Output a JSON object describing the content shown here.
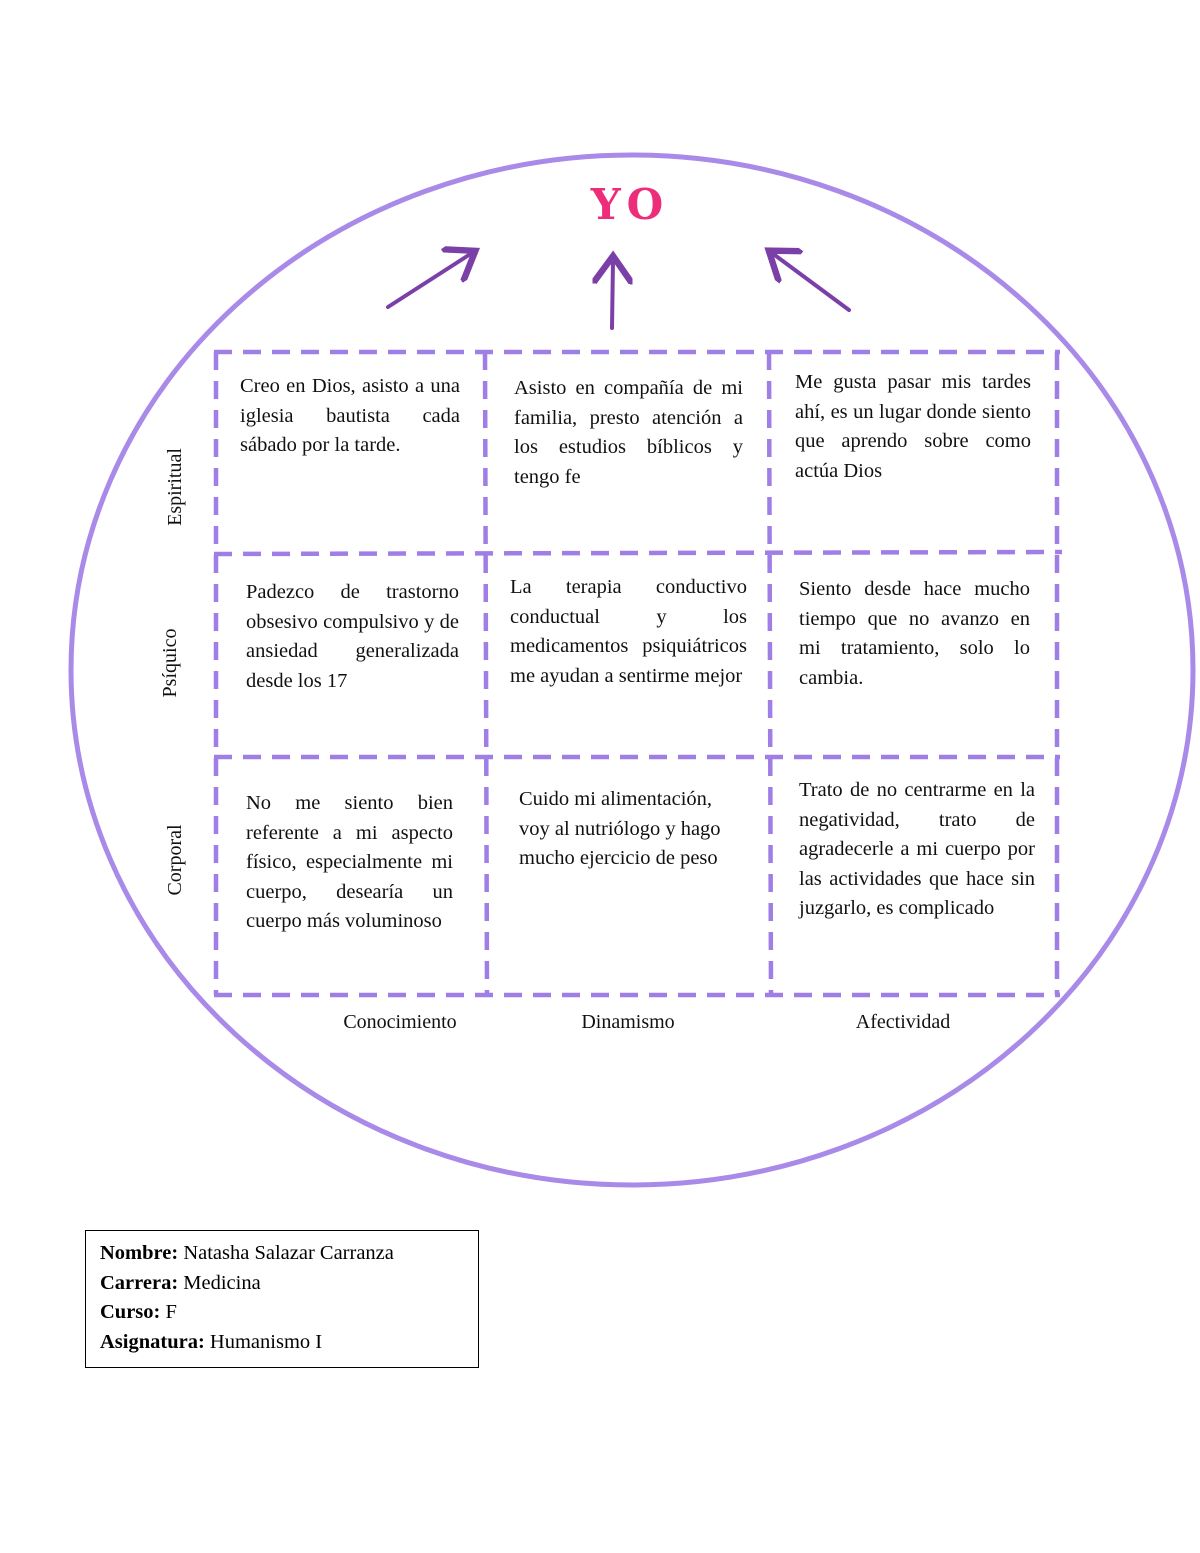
{
  "title": "YO",
  "colors": {
    "accent_pink": "#ee2d7a",
    "circle_stroke": "#a98ae8",
    "grid_stroke": "#9f7ee6",
    "arrow": "#7b3fa8"
  },
  "row_labels": [
    "Espiritual",
    "Psíquico",
    "Corporal"
  ],
  "column_labels": [
    "Conocimiento",
    "Dinamismo",
    "Afectividad"
  ],
  "cells": [
    [
      "Creo en Dios, asisto a una iglesia bautista cada sábado por la tarde.",
      "Asisto en compañía de mi familia, presto atención a los estudios bíblicos y tengo fe",
      "Me gusta pasar mis tardes ahí, es un lugar donde siento que aprendo sobre como actúa Dios"
    ],
    [
      "Padezco de trastorno obsesivo compulsivo y de ansiedad generalizada desde los 17",
      "La terapia conductivo conductual y los medicamentos psiquiátricos me ayudan a sentirme mejor",
      "Siento desde hace mucho tiempo que no avanzo en mi tratamiento, solo lo cambia."
    ],
    [
      "No me siento bien referente a mi aspecto físico, especialmente mi cuerpo, desearía un cuerpo más voluminoso",
      "Cuido mi alimentación, voy al nutriólogo y hago mucho ejercicio de peso",
      "Trato de no centrarme en la negatividad, trato de agradecerle a mi cuerpo por las actividades que hace sin juzgarlo, es complicado"
    ]
  ],
  "info": {
    "nombre_label": "Nombre:",
    "nombre_value": "Natasha Salazar Carranza",
    "carrera_label": "Carrera:",
    "carrera_value": "Medicina",
    "curso_label": "Curso:",
    "curso_value": "F",
    "asignatura_label": "Asignatura:",
    "asignatura_value": "Humanismo I"
  }
}
